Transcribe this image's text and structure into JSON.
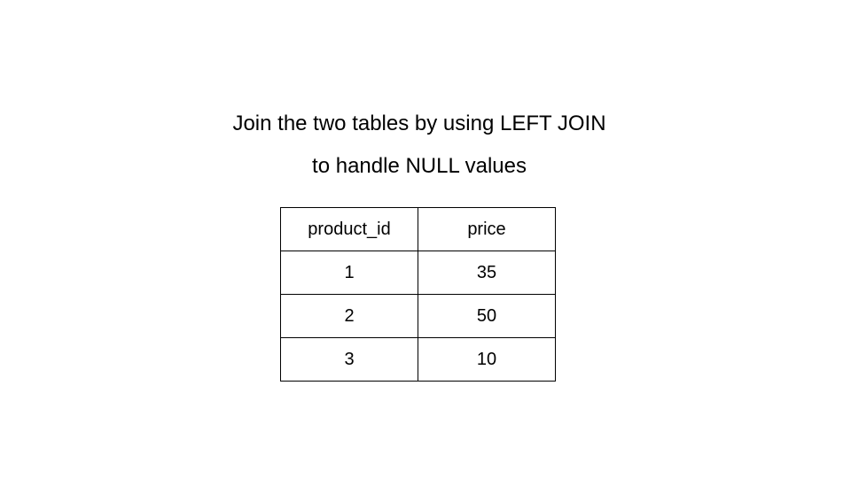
{
  "title": {
    "line1": "Join the two tables by using LEFT JOIN",
    "line2": "to handle NULL values"
  },
  "table": {
    "columns": [
      "product_id",
      "price"
    ],
    "rows": [
      [
        "1",
        "35"
      ],
      [
        "2",
        "50"
      ],
      [
        "3",
        "10"
      ]
    ]
  }
}
